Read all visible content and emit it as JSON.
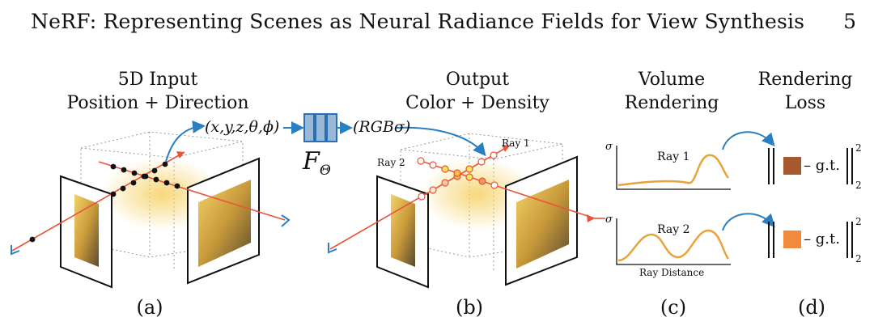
{
  "header": {
    "title": "NeRF: Representing Scenes as Neural Radiance Fields for View Synthesis",
    "page_number": "5"
  },
  "panel_a": {
    "title_line1": "5D Input",
    "title_line2": "Position + Direction",
    "input_label": "(x,y,z,θ,ϕ)",
    "caption": "(a)"
  },
  "network": {
    "label": "F",
    "subscript": "Θ"
  },
  "panel_b": {
    "title_line1": "Output",
    "title_line2": "Color + Density",
    "output_label": "(RGBσ)",
    "ray1_label": "Ray 1",
    "ray2_label": "Ray 2",
    "caption": "(b)"
  },
  "panel_c": {
    "title_line1": "Volume",
    "title_line2": "Rendering",
    "sigma_label": "σ",
    "ray1_label": "Ray 1",
    "ray2_label": "Ray 2",
    "xlabel": "Ray Distance",
    "caption": "(c)"
  },
  "panel_d": {
    "title_line1": "Rendering",
    "title_line2": "Loss",
    "gt_label": "– g.t.",
    "sup": "2",
    "sub": "2",
    "caption": "(d)",
    "swatch1_color": "#a8582e",
    "swatch2_color": "#f08a3c"
  },
  "colors": {
    "ray": "#e8553a",
    "arrow": "#2a7fc0",
    "network_fill": "#9ab8d8",
    "network_stroke": "#2a6fb0"
  }
}
